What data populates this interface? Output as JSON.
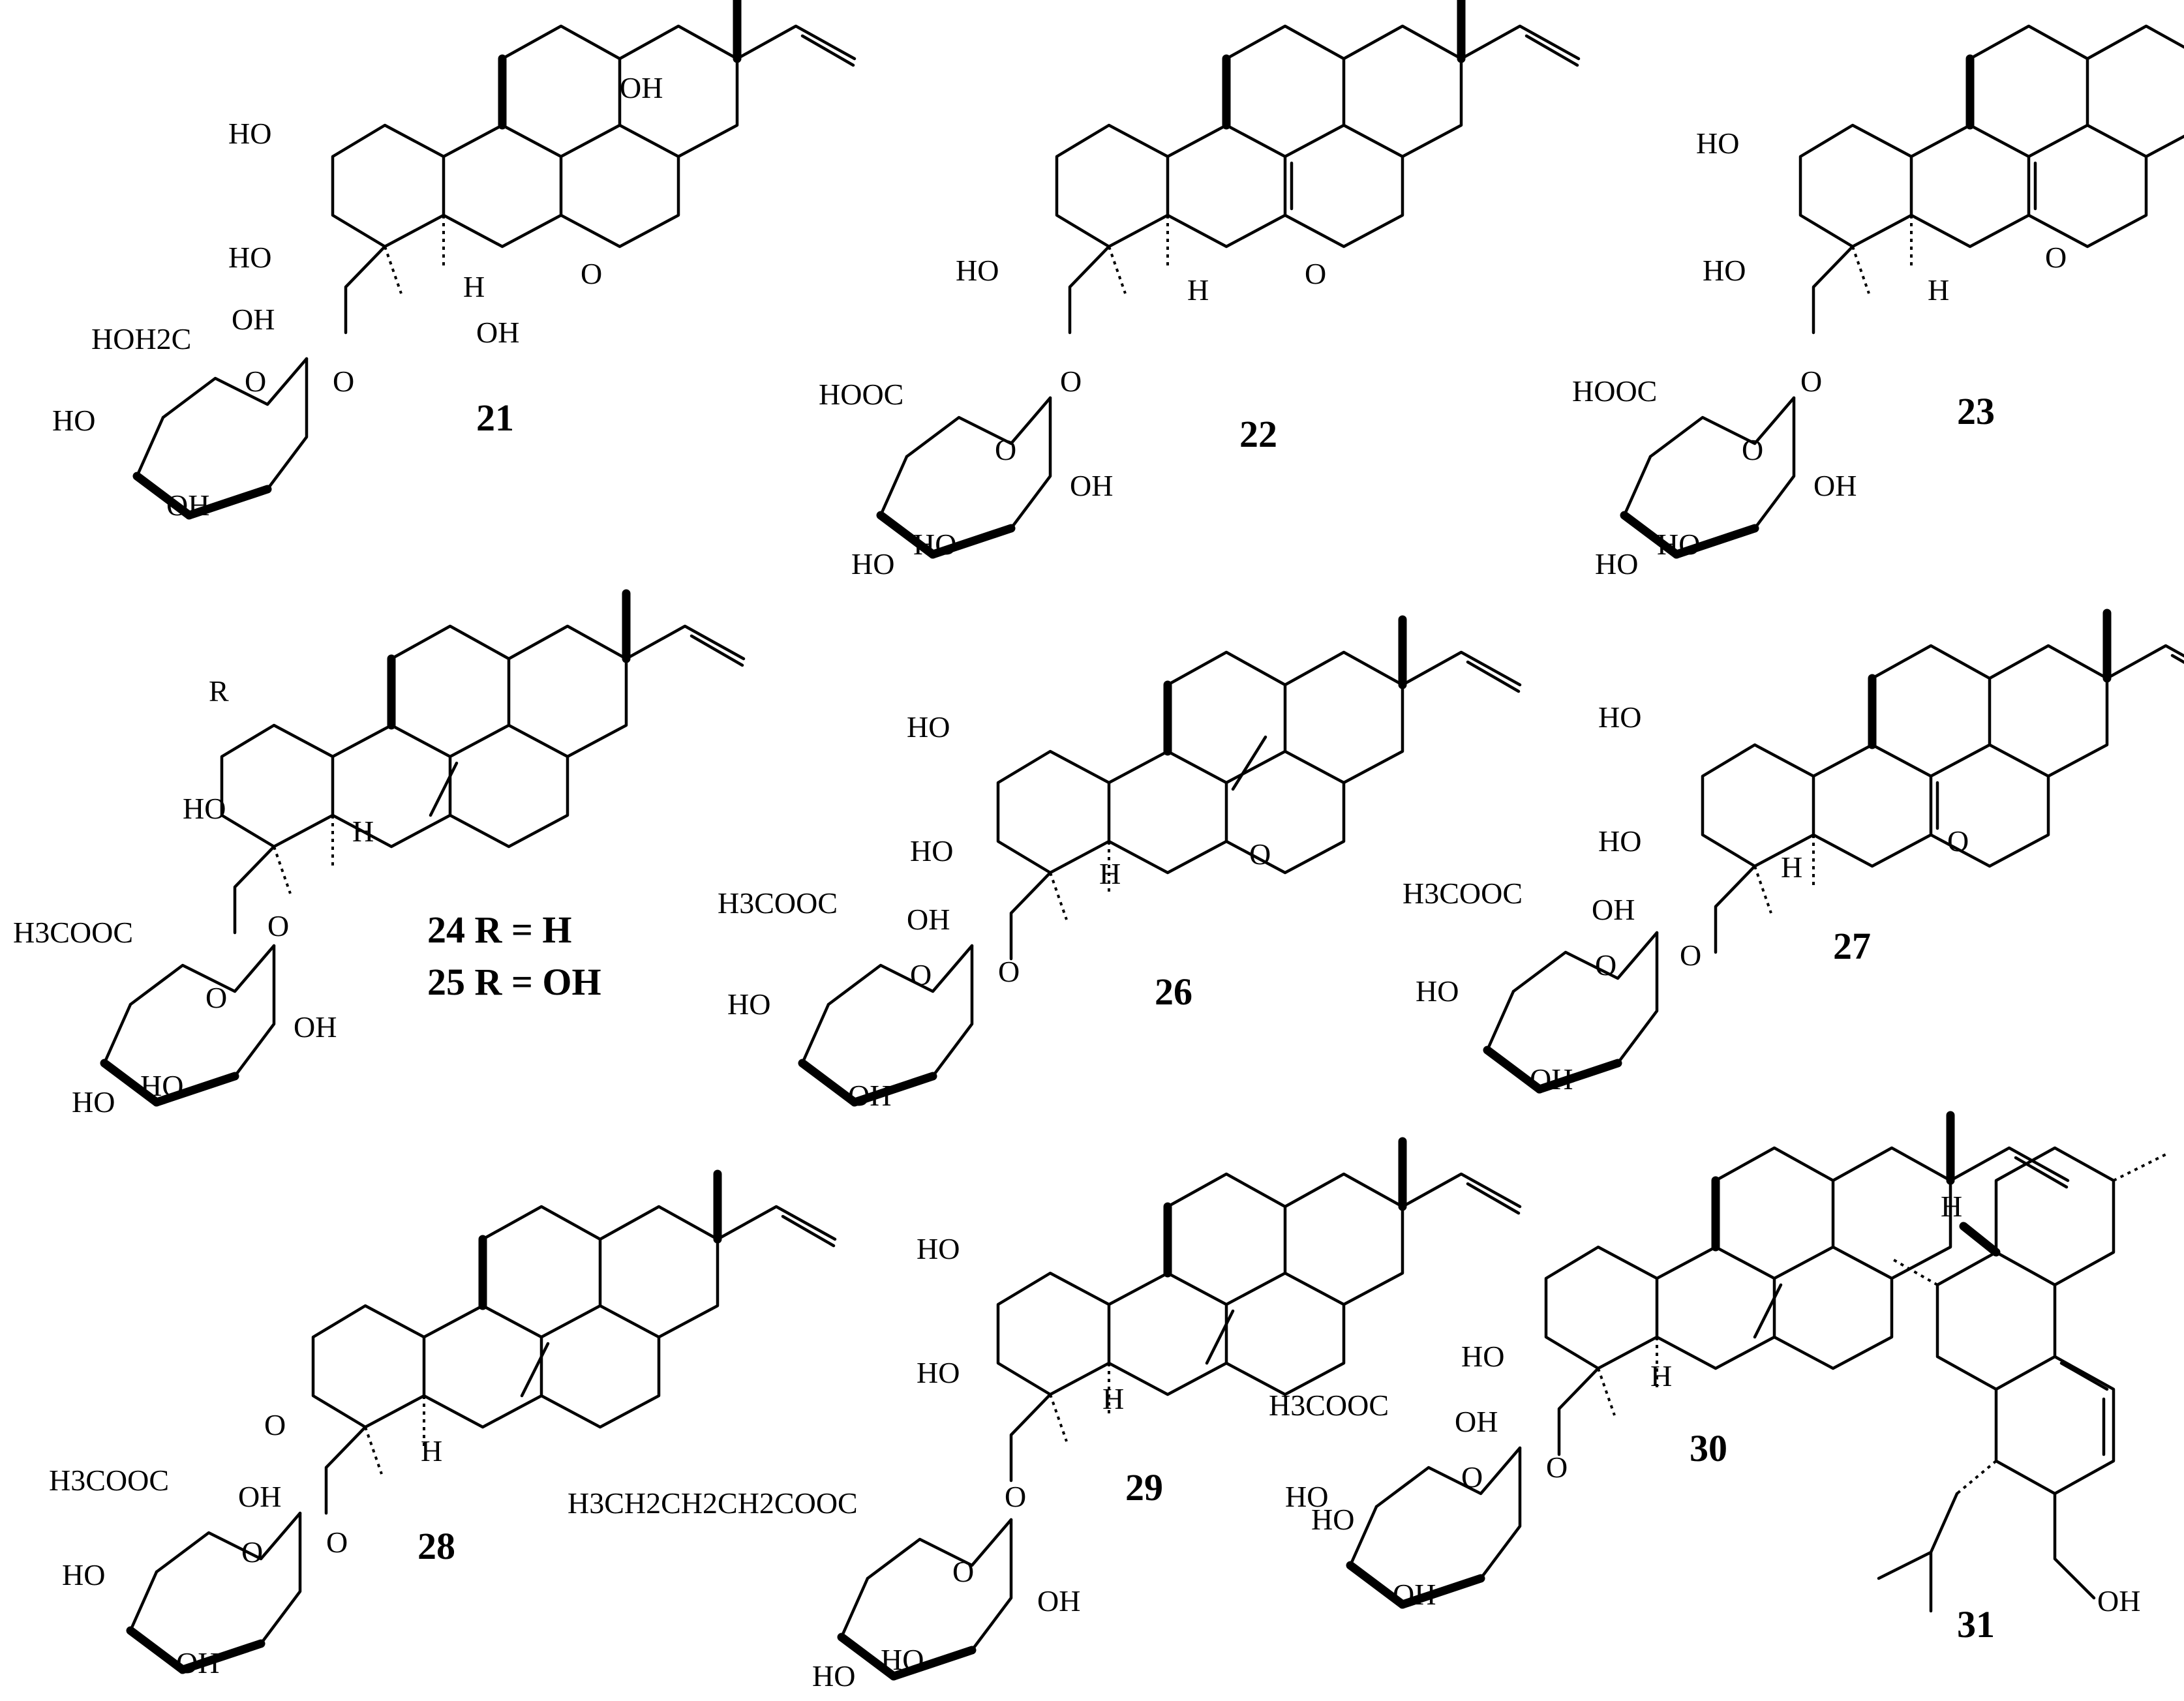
{
  "figure": {
    "compounds": [
      {
        "id": "21",
        "labels": {
          "ho_2a": "HO",
          "ho_3b": "HO",
          "oh_9": "OH",
          "oh_7": "OH",
          "ketone_o": "O",
          "h": "H",
          "ring_o": "O",
          "link_o": "O",
          "sugar_ch2": "HOH2C",
          "sugar_oh_top": "OH",
          "sugar_ho_left": "HO",
          "sugar_oh_bottom": "OH"
        }
      },
      {
        "id": "22",
        "labels": {
          "ho_3b": "HO",
          "ketone_o": "O",
          "h": "H",
          "link_o": "O",
          "ring_o": "O",
          "cooh": "HOOC",
          "sugar_oh_right": "OH",
          "sugar_ho_1": "HO",
          "sugar_ho_2": "HO"
        }
      },
      {
        "id": "23",
        "labels": {
          "ho_2a": "HO",
          "ho_3b": "HO",
          "ketone_o": "O",
          "h": "H",
          "link_o": "O",
          "ring_o": "O",
          "cooh": "HOOC",
          "sugar_oh_right": "OH",
          "sugar_ho_1": "HO",
          "sugar_ho_2": "HO"
        }
      },
      {
        "id": "24",
        "caption": "24 R = H",
        "labels": {
          "r": "R",
          "ho_3b": "HO",
          "h": "H",
          "link_o": "O",
          "ring_o": "O",
          "ester": "H3COOC",
          "sugar_oh_right": "OH",
          "sugar_ho_1": "HO",
          "sugar_ho_2": "HO"
        }
      },
      {
        "id": "25",
        "caption": "25 R = OH"
      },
      {
        "id": "26",
        "labels": {
          "ho_2a": "HO",
          "ho_3b": "HO",
          "ketone_o": "O",
          "h": "H",
          "link_o": "O",
          "ring_o": "O",
          "ester": "H3COOC",
          "sugar_oh_top": "OH",
          "sugar_ho_left": "HO",
          "sugar_oh_bottom": "OH"
        }
      },
      {
        "id": "27",
        "labels": {
          "ho_2a": "HO",
          "ho_3b": "HO",
          "ketone_o": "O",
          "h": "H",
          "link_o": "O",
          "ring_o": "O",
          "ester": "H3COOC",
          "sugar_oh_top": "OH",
          "sugar_ho_left": "HO",
          "sugar_oh_bottom": "OH"
        }
      },
      {
        "id": "28",
        "labels": {
          "ketone_o": "O",
          "h": "H",
          "link_o": "O",
          "ring_o": "O",
          "ester": "H3COOC",
          "sugar_oh_top": "OH",
          "sugar_ho_left": "HO",
          "sugar_oh_bottom": "OH"
        }
      },
      {
        "id": "29",
        "labels": {
          "ho_2a": "HO",
          "ho_3b": "HO",
          "h": "H",
          "link_o": "O",
          "ring_o": "O",
          "ester": "H3CH2CH2CH2COOC",
          "sugar_oh_right": "OH",
          "sugar_ho_1": "HO",
          "sugar_ho_2": "HO"
        }
      },
      {
        "id": "30",
        "labels": {
          "ho_3b": "HO",
          "h": "H",
          "link_o": "O",
          "ring_o": "O",
          "ester": "H3COOC",
          "sugar_oh_top": "OH",
          "sugar_ho_a": "HO",
          "sugar_ho_b": "HO",
          "sugar_oh_bottom": "OH"
        }
      },
      {
        "id": "31",
        "labels": {
          "h": "H",
          "oh": "OH"
        }
      }
    ]
  }
}
